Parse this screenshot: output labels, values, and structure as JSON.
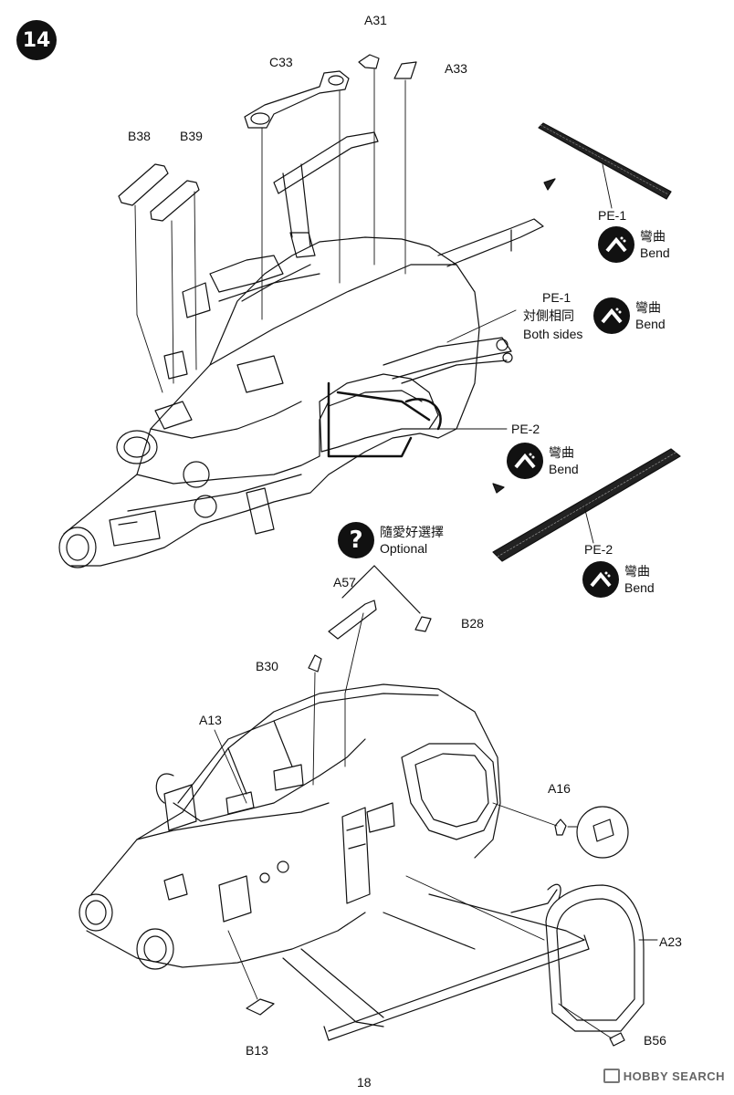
{
  "step": {
    "number": "14"
  },
  "parts": {
    "a31": "A31",
    "a33": "A33",
    "c33": "C33",
    "b38": "B38",
    "b39": "B39",
    "a57": "A57",
    "b28": "B28",
    "b30": "B30",
    "a13": "A13",
    "a16": "A16",
    "a23": "A23",
    "b13": "B13",
    "b56": "B56"
  },
  "photo_etch": {
    "pe1_top": "PE-1",
    "pe1_mid": "PE-1",
    "pe1_note_cn": "対側相同",
    "pe1_note_en": "Both sides",
    "pe2_mid": "PE-2",
    "pe2_bottom": "PE-2"
  },
  "bend": {
    "cn": "彎曲",
    "en": "Bend"
  },
  "optional": {
    "cn": "隨愛好選擇",
    "en": "Optional"
  },
  "footer": {
    "page_number": "18",
    "watermark": "HOBBY SEARCH"
  }
}
